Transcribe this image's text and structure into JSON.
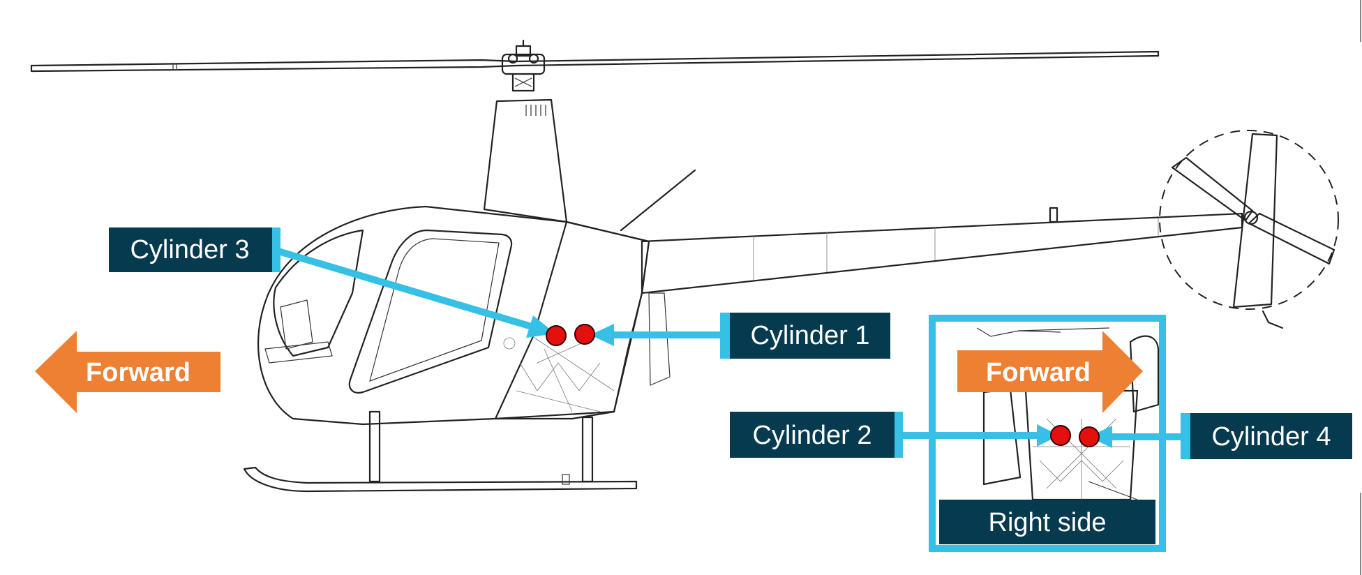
{
  "labels": {
    "cylinder_1": "Cylinder 1",
    "cylinder_2": "Cylinder 2",
    "cylinder_3": "Cylinder 3",
    "cylinder_4": "Cylinder 4",
    "forward_left": "Forward",
    "forward_right": "Forward",
    "right_side": "Right side"
  },
  "colors": {
    "label_bg": "#063a4e",
    "callout_line": "#36c0e6",
    "forward_arrow": "#ee8033",
    "cylinder_marker": "#e41010"
  },
  "icons": {
    "cylinder_marker": "red-circle-marker",
    "direction": "forward-arrow"
  }
}
